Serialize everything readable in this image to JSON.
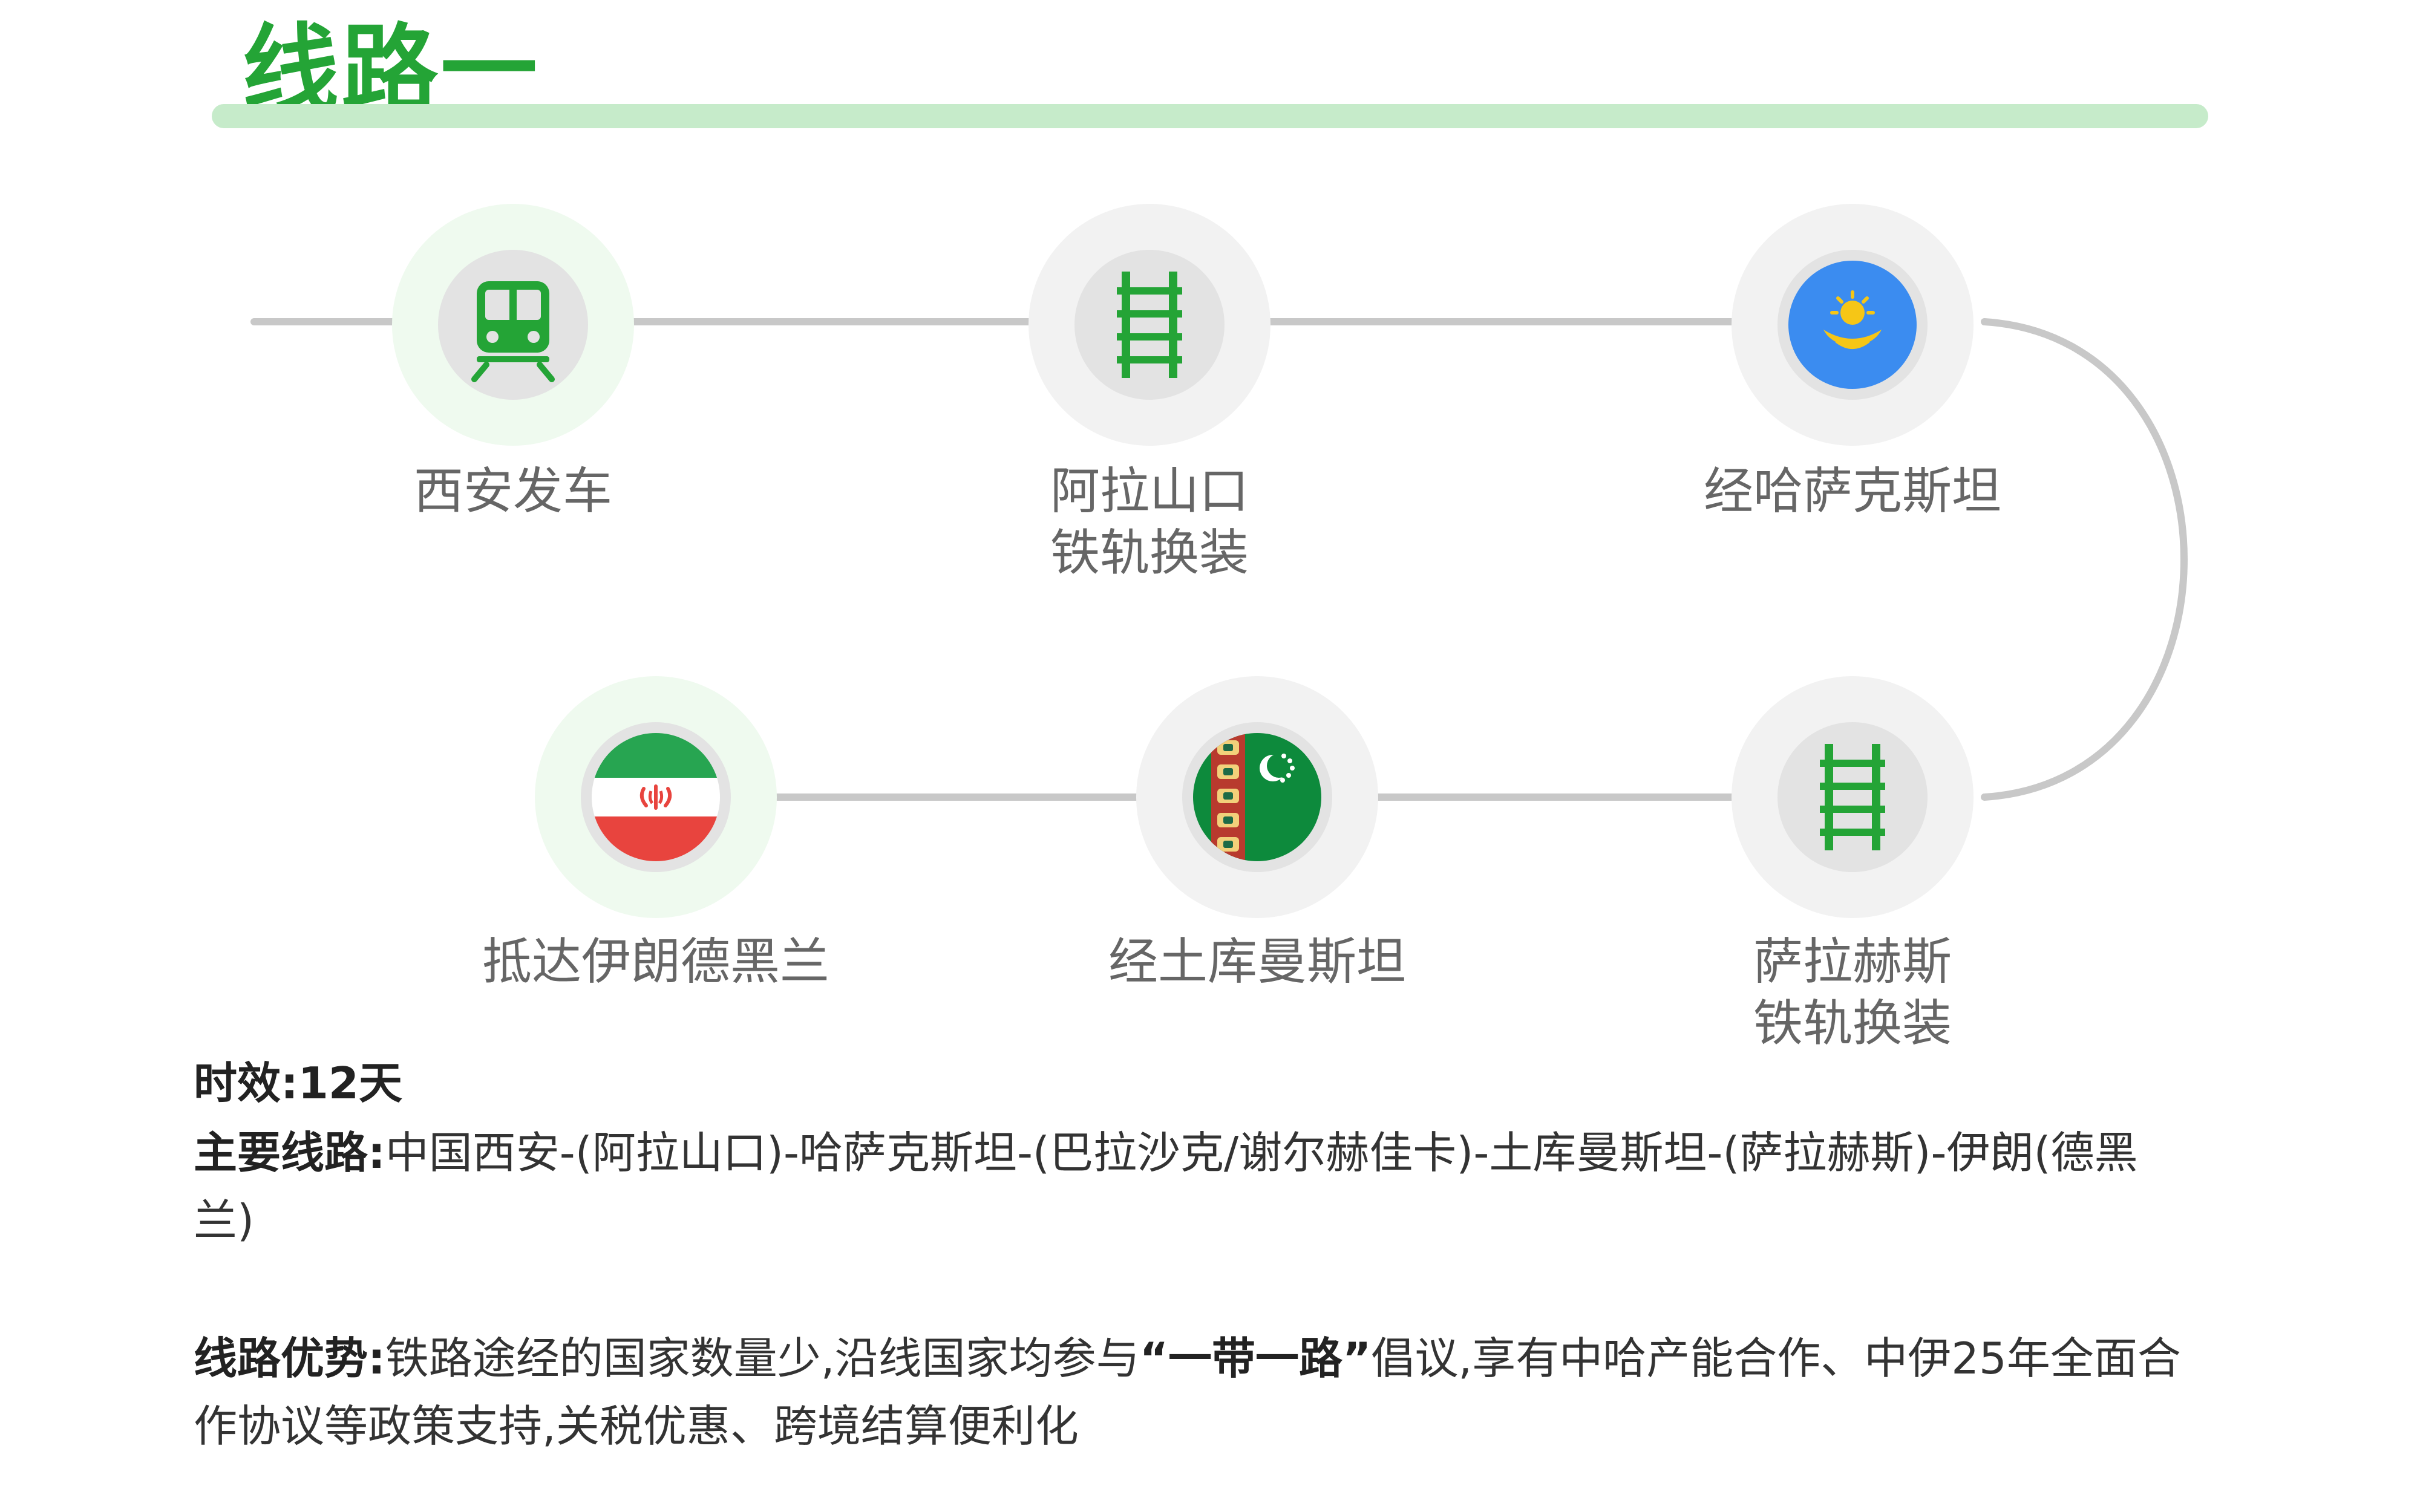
{
  "title": "线路一",
  "stations": [
    {
      "label1": "西安发车",
      "label2": "",
      "icon": "train-icon"
    },
    {
      "label1": "阿拉山口",
      "label2": "铁轨换装",
      "icon": "rail-track-icon"
    },
    {
      "label1": "经哈萨克斯坦",
      "label2": "",
      "icon": "kazakhstan-flag-icon"
    },
    {
      "label1": "萨拉赫斯",
      "label2": "铁轨换装",
      "icon": "rail-track-icon"
    },
    {
      "label1": "经土库曼斯坦",
      "label2": "",
      "icon": "turkmenistan-flag-icon"
    },
    {
      "label1": "抵达伊朗德黑兰",
      "label2": "",
      "icon": "iran-flag-icon"
    }
  ],
  "info": {
    "timing_label": "时效:",
    "timing_value": "12天",
    "route_label": "主要线路:",
    "route_value": "中国西安-(阿拉山口)-哈萨克斯坦-(巴拉沙克/谢尔赫佳卡)-土库曼斯坦-(萨拉赫斯)-伊朗(德黑兰)",
    "advantage_label": "线路优势:",
    "advantage_pre": "铁路途经的国家数量少,沿线国家均参与",
    "advantage_highlight": "“一带一路”",
    "advantage_post": "倡议,享有中哈产能合作、中伊25年全面合作协议等政策支持,关税优惠、跨境结算便利化"
  },
  "colors": {
    "accent": "#24A436",
    "underline": "#C6EBCA",
    "line": "#C8C8C8",
    "kz_blue": "#3B8CF0",
    "kz_gold": "#F6C616",
    "iran_green": "#27A551",
    "iran_red": "#E8443E",
    "tm_green": "#0D8A3C"
  }
}
